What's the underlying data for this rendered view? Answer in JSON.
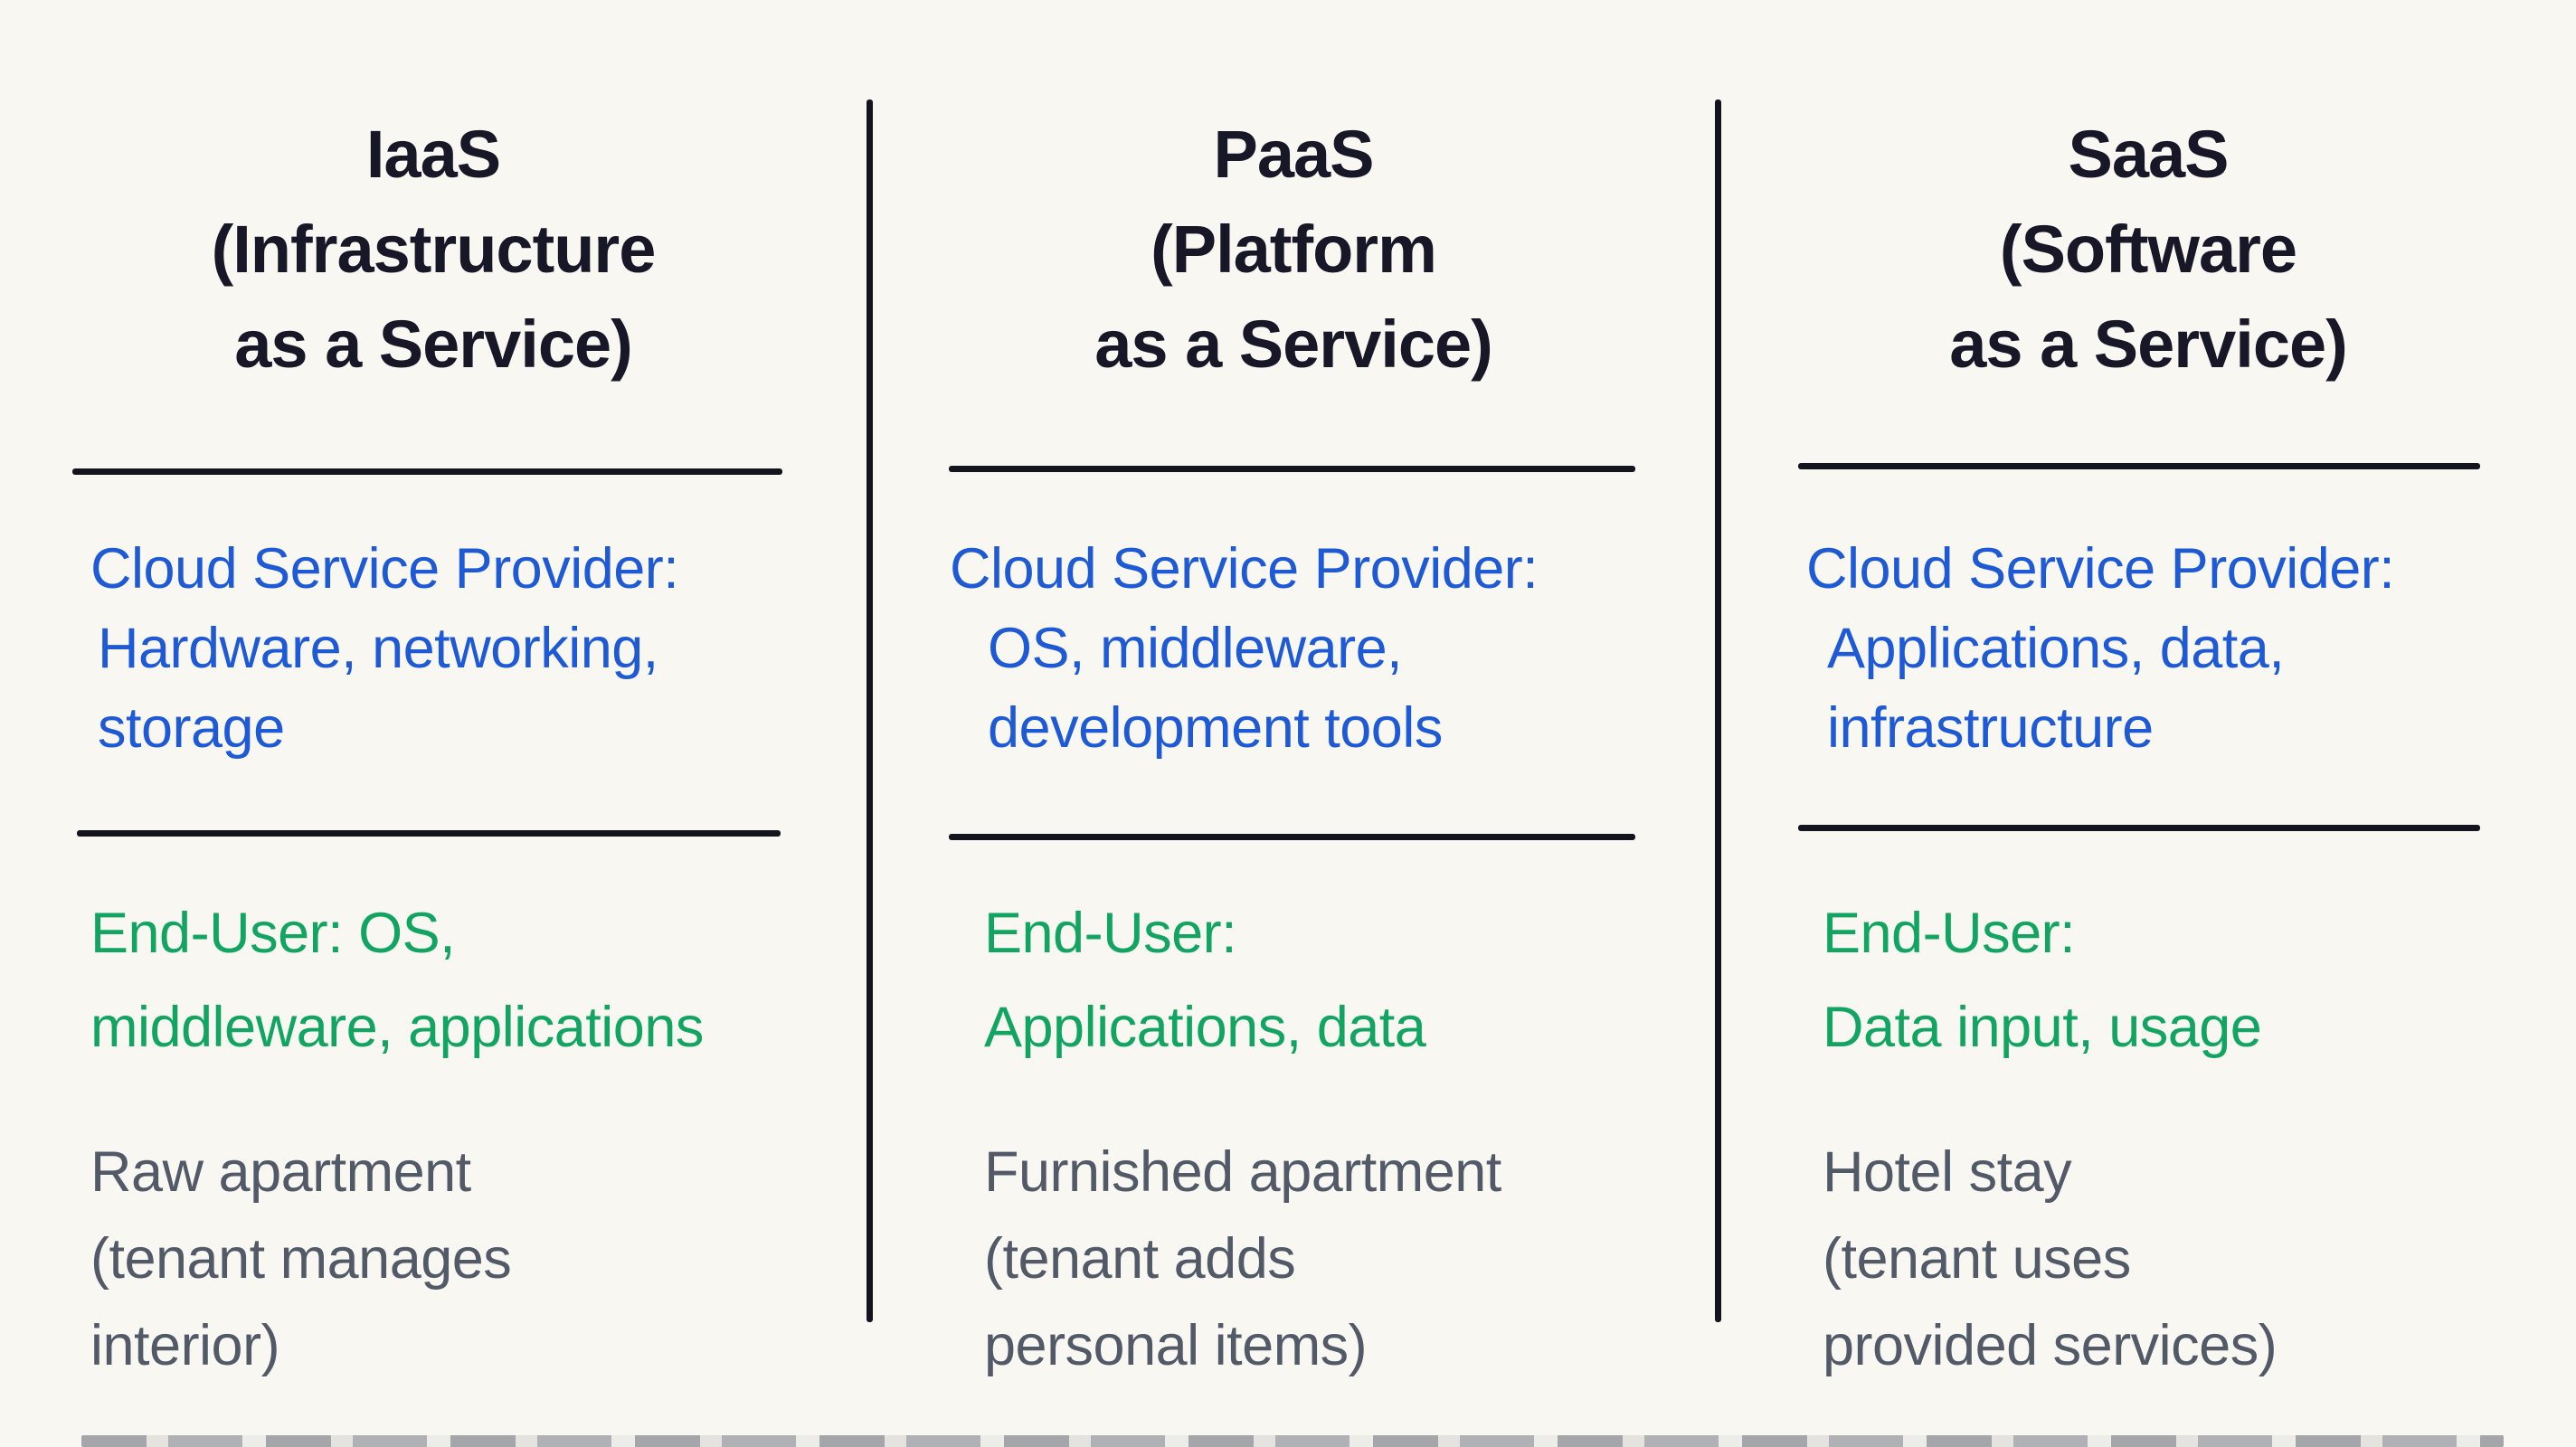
{
  "page": {
    "background_color": "#f8f7f2",
    "line_color": "#14141f",
    "title_color": "#171727",
    "provider_color": "#1f5ad6",
    "end_user_color": "#12a562",
    "analogy_color": "#525a68"
  },
  "columns": [
    {
      "id": "iaas",
      "title": "IaaS\n(Infrastructure\nas a Service)",
      "provider": "Cloud Service Provider:\nHardware, networking,\nstorage",
      "end_user": "End-User: OS,\nmiddleware, applications",
      "analogy": "Raw apartment\n(tenant manages\ninterior)"
    },
    {
      "id": "paas",
      "title": "PaaS\n(Platform\nas a Service)",
      "provider": "Cloud Service Provider:\nOS, middleware,\ndevelopment tools",
      "end_user": "End-User:\nApplications, data",
      "analogy": "Furnished apartment\n(tenant adds\npersonal items)"
    },
    {
      "id": "saas",
      "title": "SaaS\n(Software\nas a Service)",
      "provider": "Cloud Service Provider:\nApplications, data,\ninfrastructure",
      "end_user": "End-User:\nData input, usage",
      "analogy": "Hotel stay\n(tenant uses\nprovided services)"
    }
  ]
}
